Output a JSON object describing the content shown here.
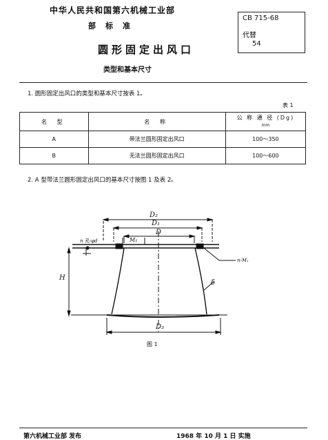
{
  "header": {
    "ministry": "中华人民共和国第六机械工业部",
    "category": "部标准",
    "standard_number": "CB 715-68",
    "replaces_label": "代替",
    "replaces_value": "54"
  },
  "doc": {
    "title": "圆形固定出风口",
    "subtitle": "类型和基本尺寸"
  },
  "section1": {
    "text": "1.  圆形固定出风口的类型和基本尺寸按表 1。",
    "table_label": "表 1",
    "columns": [
      "名    型",
      "名        称",
      "公  称  通  径 (Dg)"
    ],
    "unit": "mm",
    "rows": [
      {
        "type": "A",
        "name": "带法兰圆形固定出风口",
        "dg": "100～350"
      },
      {
        "type": "B",
        "name": "无法兰圆形固定出风口",
        "dg": "100～600"
      }
    ]
  },
  "section2": {
    "text": "2.  A 型带法兰圆形固定出风口的基本尺寸按图 1 及表 2。"
  },
  "figure": {
    "labels": {
      "d2": "D₂",
      "d1": "D₁",
      "d": "D",
      "m1": "M₁",
      "h": "H",
      "delta": "δ",
      "d3": "D₃",
      "bolt": "n-M₁",
      "weld": "n 孔-φd",
      "caption": "图   1"
    }
  },
  "footer": {
    "issuer": "第六机械工业部  发布",
    "effective": "1968 年 10 月 1 日  实施"
  }
}
